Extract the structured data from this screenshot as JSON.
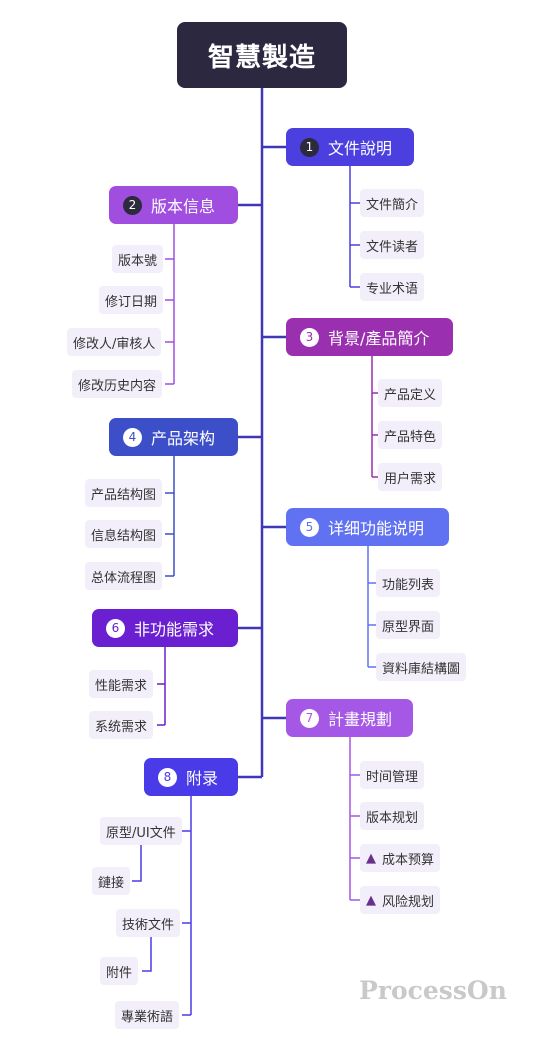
{
  "root": {
    "title": "智慧製造"
  },
  "branches": [
    {
      "num": "1",
      "label": "文件說明",
      "color": "#4b3fe0",
      "children": [
        "文件簡介",
        "文件读者",
        "专业术语"
      ]
    },
    {
      "num": "2",
      "label": "版本信息",
      "color": "#a04ee0",
      "children": [
        "版本號",
        "修订日期",
        "修改人/审核人",
        "修改历史内容"
      ]
    },
    {
      "num": "3",
      "label": "背景/產品簡介",
      "color": "#9a2fb0",
      "children": [
        "产品定义",
        "产品特色",
        "用户需求"
      ]
    },
    {
      "num": "4",
      "label": "产品架构",
      "color": "#3d4fc8",
      "children": [
        "产品结构图",
        "信息结构图",
        "总体流程图"
      ]
    },
    {
      "num": "5",
      "label": "详细功能说明",
      "color": "#6072f2",
      "children": [
        "功能列表",
        "原型界面",
        "資料庫結構圖"
      ]
    },
    {
      "num": "6",
      "label": "非功能需求",
      "color": "#6a1fd0",
      "children": [
        "性能需求",
        "系统需求"
      ]
    },
    {
      "num": "7",
      "label": "計畫規劃",
      "color": "#a557e6",
      "children": [
        "时间管理",
        "版本规划",
        "成本预算",
        "风险规划"
      ]
    },
    {
      "num": "8",
      "label": "附录",
      "color": "#4a3be8",
      "children": [
        "原型/UI文件",
        "鏈接",
        "技術文件",
        "附件",
        "專業術語"
      ]
    }
  ],
  "warning_icon": "warning-triangle-icon",
  "watermark": "ProcessOn"
}
